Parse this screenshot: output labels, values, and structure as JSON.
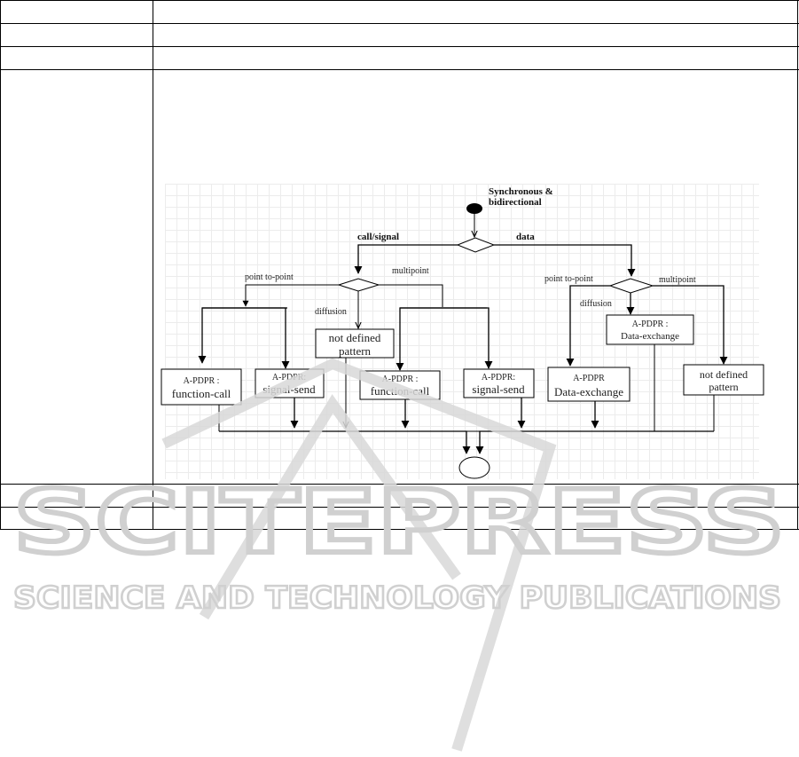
{
  "diagram": {
    "start_label": [
      "Synchronous &",
      "bidirectional"
    ],
    "branch_call_signal": "call/signal",
    "branch_data": "data",
    "left_point_to_point": "point to-point",
    "left_multipoint": "multipoint",
    "left_diffusion": "diffusion",
    "right_point_to_point": "point to-point",
    "right_multipoint": "multipoint",
    "right_diffusion": "diffusion",
    "box_not_defined_mid": [
      "not defined",
      "pattern"
    ],
    "box_not_defined_right": [
      "not defined",
      "pattern"
    ],
    "box_pdpr_data_exchange_top": [
      "A-PDPR :",
      "Data-exchange"
    ],
    "box_function_call_1": [
      "A-PDPR :",
      "function-call"
    ],
    "box_signal_send_1": [
      "A-PDPR:",
      "signal-send"
    ],
    "box_function_call_2": [
      "A-PDPR :",
      "function-call"
    ],
    "box_signal_send_2": [
      "A-PDPR:",
      "signal-send"
    ],
    "box_data_exchange_bottom": [
      "A-PDPR",
      "Data-exchange"
    ]
  },
  "watermark": {
    "brand": "SCITEPRESS",
    "tagline": "SCIENCE AND TECHNOLOGY PUBLICATIONS"
  },
  "colors": {
    "watermark": "#d9d9d9",
    "grid": "#ececec",
    "border": "#000000"
  }
}
